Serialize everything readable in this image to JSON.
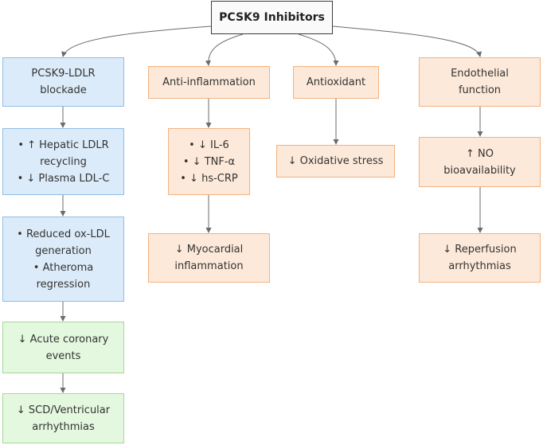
{
  "diagram": {
    "root": {
      "label": "PCSK9 Inhibitors"
    },
    "colors": {
      "edge": "#6b6b6b",
      "blue_fill": "#dcebf9",
      "blue_border": "#90bde4",
      "orange_fill": "#fde9d9",
      "orange_border": "#f2b27f",
      "green_fill": "#e4f7df",
      "green_border": "#a3d997"
    },
    "ldlr_branch": {
      "blockade": "PCSK9-LDLR\nblockade",
      "hepatic": "• ↑ Hepatic LDLR\nrecycling\n• ↓ Plasma LDL-C",
      "oxldl": "• Reduced ox-LDL\ngeneration\n• Atheroma\nregression",
      "acute": "↓ Acute coronary\nevents",
      "scd": "↓ SCD/Ventricular\narrhythmias"
    },
    "inflammation_branch": {
      "anti": "Anti-inflammation",
      "cytokines": "• ↓ IL-6\n• ↓ TNF-α\n• ↓ hs-CRP",
      "myocardial": "↓ Myocardial\ninflammation"
    },
    "antioxidant_branch": {
      "antioxidant": "Antioxidant",
      "oxidative": "↓ Oxidative stress"
    },
    "endothelial_branch": {
      "endothelial": "Endothelial\nfunction",
      "no": "↑ NO\nbioavailability",
      "reperfusion": "↓ Reperfusion\narrhythmias"
    }
  }
}
